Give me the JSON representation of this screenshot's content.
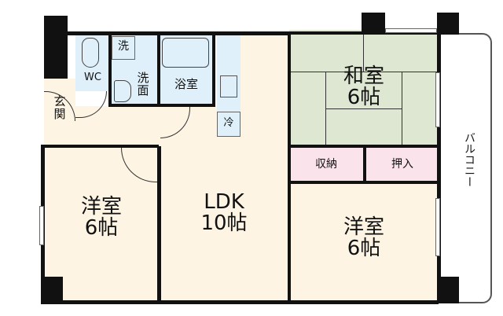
{
  "floor_plan": {
    "rooms": {
      "wc": {
        "label": "WC"
      },
      "laundry": {
        "label": "洗"
      },
      "washroom": {
        "label_line1": "洗",
        "label_line2": "面"
      },
      "bath": {
        "label": "浴室"
      },
      "fridge": {
        "label": "冷"
      },
      "entrance": {
        "label_line1": "玄",
        "label_line2": "関"
      },
      "japanese_room": {
        "name": "和室",
        "size": "6帖"
      },
      "storage": {
        "label": "収納"
      },
      "closet": {
        "label": "押入"
      },
      "western_room_left": {
        "name": "洋室",
        "size": "6帖"
      },
      "ldk": {
        "name": "LDK",
        "size": "10帖"
      },
      "western_room_right": {
        "name": "洋室",
        "size": "6帖"
      },
      "balcony": {
        "label": "バルコニー"
      }
    },
    "colors": {
      "wall": "#111111",
      "floor_cream": "#fdf4e3",
      "wet_area_blue": "#dff0fa",
      "tatami_green": "#dde7d2",
      "storage_pink": "#fbe3ec"
    }
  }
}
